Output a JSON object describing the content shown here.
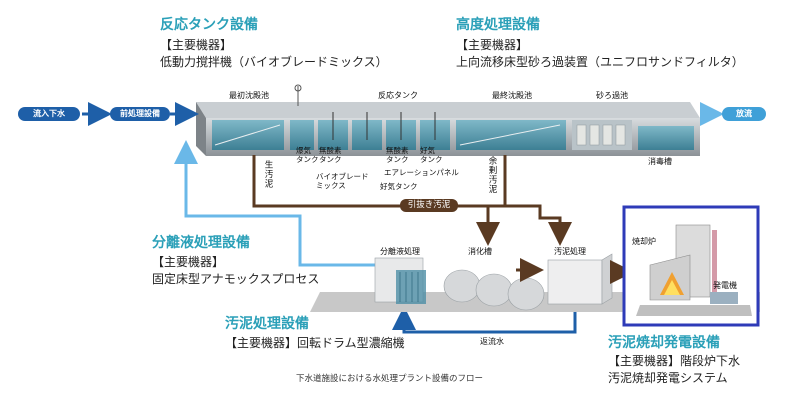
{
  "sections": {
    "reaction": {
      "title": "反応タンク設備",
      "equip_label": "【主要機器】",
      "equip_value": "低動力撹拌機（バイオブレードミックス）"
    },
    "advanced": {
      "title": "高度処理設備",
      "equip_label": "【主要機器】",
      "equip_value": "上向流移床型砂ろ過装置（ユニフロサンドフィルタ）"
    },
    "separation": {
      "title": "分離液処理設備",
      "equip_label": "【主要機器】",
      "equip_value": "固定床型アナモックスプロセス"
    },
    "sludge": {
      "title": "汚泥処理設備",
      "equip_value": "【主要機器】回転ドラム型濃縮機"
    },
    "incineration": {
      "title": "汚泥焼却発電設備",
      "equip_value_1": "【主要機器】階段炉下水",
      "equip_value_2": "汚泥焼却発電システム"
    }
  },
  "flow": {
    "inflow": "流入下水",
    "pretreat": "前処理設備",
    "discharge": "放流"
  },
  "labels": {
    "primary_tank": "最初沈殿池",
    "reaction_tank": "反応タンク",
    "final_tank": "最終沈殿池",
    "sand_filter": "砂ろ過池",
    "disinfection": "消毒槽",
    "aeration_tank": [
      "爆気",
      "タンク"
    ],
    "anoxic_tank_1": [
      "無酸素",
      "タンク"
    ],
    "anoxic_tank_2": [
      "無酸素",
      "タンク"
    ],
    "aerobic_tank": [
      "好気",
      "タンク"
    ],
    "bioblade": [
      "バイオブレード",
      "ミックス"
    ],
    "aeration_panel": "エアレーションパネル",
    "aerobic_tank_2": "好気タンク",
    "raw_sludge": "生汚泥",
    "excess_sludge": "余剰汚泥",
    "withdrawn_sludge": "引抜き汚泥",
    "separation_process": "分離液処理",
    "digester": "消化槽",
    "sludge_process": "汚泥処理",
    "incinerator": "焼却炉",
    "generator": "発電機",
    "return_water": "返流水"
  },
  "caption": "下水道施設における水処理プラント設備のフロー",
  "colors": {
    "heading": "#2ba0b8",
    "pipe_blue": "#1e5fa8",
    "pipe_light": "#6ab8e8",
    "sludge_brown": "#5a3a22",
    "highlight": "#2e3bb8"
  }
}
